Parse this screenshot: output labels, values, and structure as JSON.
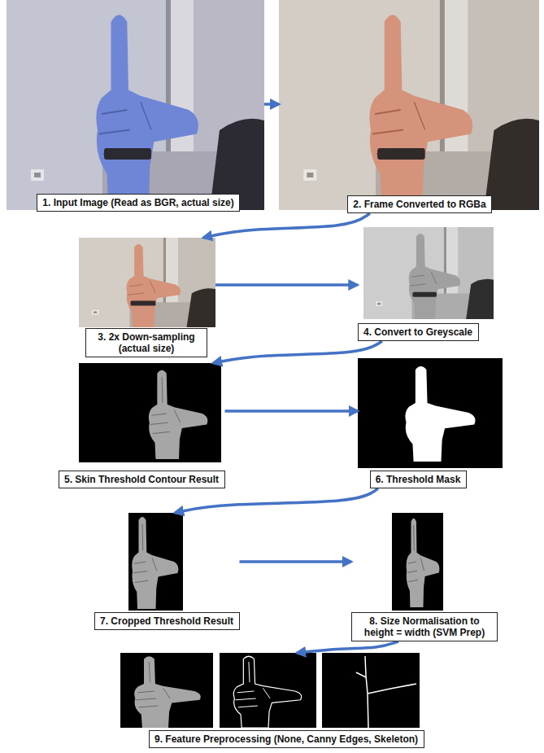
{
  "diagram": {
    "nodes": [
      {
        "text": [
          "1. Input Image (Read as BGR, actual size)"
        ]
      },
      {
        "text": [
          "2. Frame Converted to RGBa"
        ]
      },
      {
        "text": [
          "3. 2x Down-sampling (actual size)"
        ]
      },
      {
        "text": [
          "4. Convert to Greyscale"
        ]
      },
      {
        "text": [
          "5. Skin Threshold Contour Result"
        ]
      },
      {
        "text": [
          "6. Threshold Mask"
        ]
      },
      {
        "text": [
          "7. Cropped Threshold Result"
        ]
      },
      {
        "text": [
          "8. Size Normalisation to height = width (SVM Prep)"
        ]
      },
      {
        "text": [
          "9. Feature Preprocessing (None, Canny Edges, Skeleton)"
        ]
      }
    ],
    "edges": [
      {
        "from": 0,
        "to": 1,
        "arrow": "to"
      },
      {
        "from": 1,
        "to": 2,
        "arrow": "to"
      },
      {
        "from": 2,
        "to": 3,
        "arrow": "to"
      },
      {
        "from": 3,
        "to": 4,
        "arrow": "to"
      },
      {
        "from": 4,
        "to": 5,
        "arrow": "to"
      },
      {
        "from": 5,
        "to": 6,
        "arrow": "to"
      },
      {
        "from": 6,
        "to": 7,
        "arrow": "to"
      },
      {
        "from": 7,
        "to": 8,
        "arrow": "to"
      }
    ]
  }
}
